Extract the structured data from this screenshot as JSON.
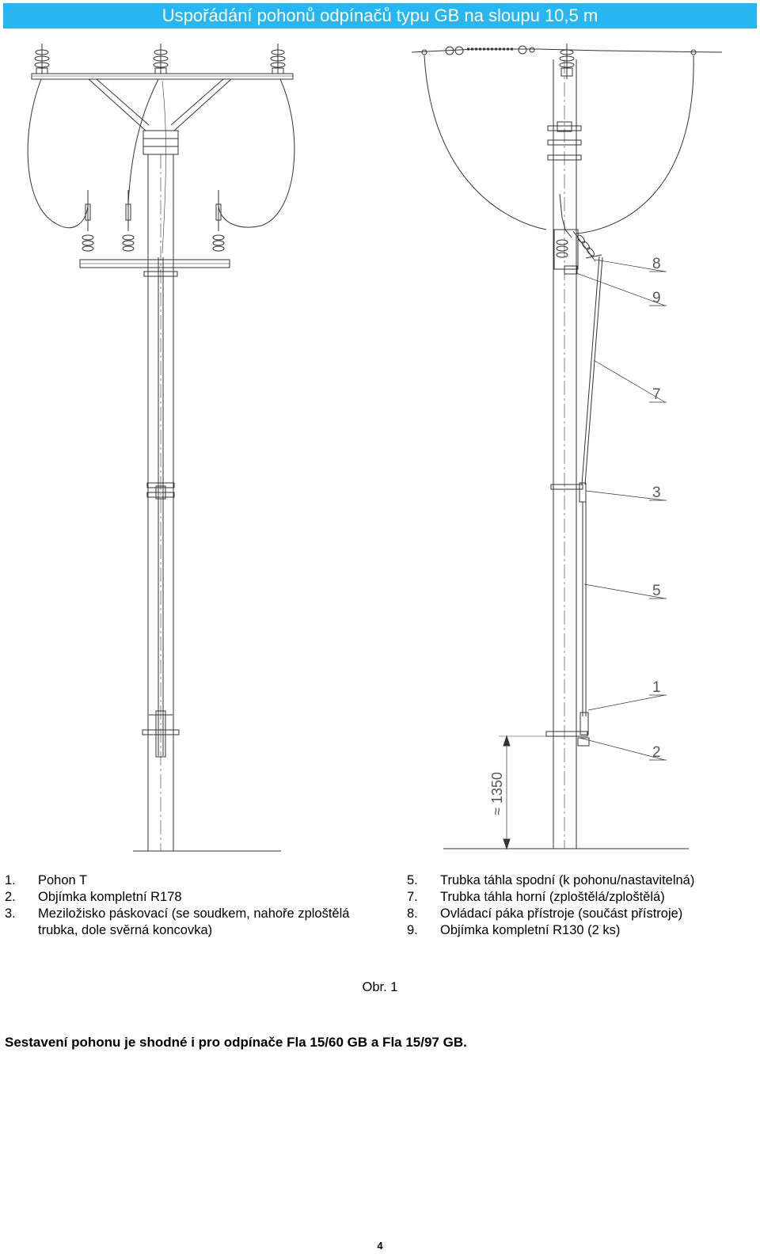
{
  "header": {
    "title": "Uspořádání pohonů odpínačů typu GB na sloupu 10,5 m"
  },
  "drawing": {
    "callouts": [
      "8",
      "9",
      "7",
      "3",
      "5",
      "1",
      "2"
    ],
    "dimension_label": "≈ 1350"
  },
  "legend_left": [
    {
      "num": "1.",
      "text": "Pohon T"
    },
    {
      "num": "2.",
      "text": "Objímka kompletní R178"
    },
    {
      "num": "3.",
      "text": "Meziložisko páskovací (se soudkem, nahoře zploštělá trubka, dole svěrná koncovka)"
    }
  ],
  "legend_right": [
    {
      "num": "5.",
      "text": "Trubka táhla spodní (k pohonu/nastavitelná)"
    },
    {
      "num": "7.",
      "text": "Trubka táhla horní (zploštělá/zploštělá)"
    },
    {
      "num": "8.",
      "text": "Ovládací páka přístroje (součást přístroje)"
    },
    {
      "num": "9.",
      "text": "Objímka kompletní R130 (2 ks)"
    }
  ],
  "caption": "Obr. 1",
  "note": "Sestavení pohonu je shodné i pro odpínače Fla 15/60 GB a Fla 15/97 GB.",
  "page_number": "4"
}
